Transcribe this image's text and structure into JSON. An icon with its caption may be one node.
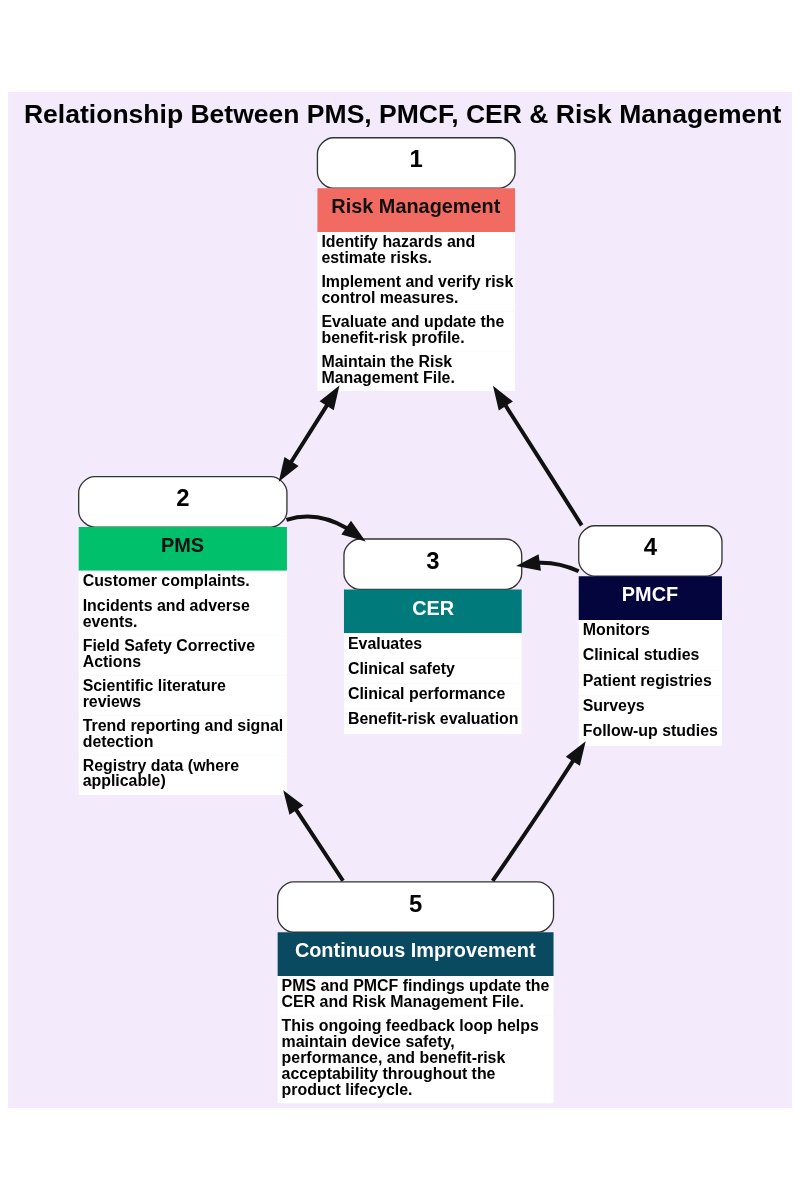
{
  "diagram": {
    "title": "Relationship Between PMS, PMCF, CER & Risk Management",
    "nodes": [
      {
        "text": [
          "1",
          "Risk Management",
          "Identify hazards and estimate risks.",
          "Implement and verify risk control measures.",
          "Evaluate and update the benefit-risk profile.",
          "Maintain the Risk Management File."
        ]
      },
      {
        "text": [
          "2",
          "PMS",
          "Customer complaints.",
          "Incidents and adverse events.",
          "Field Safety Corrective Actions",
          "Scientific literature reviews",
          "Trend reporting and signal detection",
          "Registry data (where applicable)"
        ]
      },
      {
        "text": [
          "3",
          "CER",
          "Evaluates",
          "Clinical safety",
          "Clinical performance",
          "Benefit-risk evaluation"
        ]
      },
      {
        "text": [
          "4",
          "PMCF",
          "Monitors",
          "Clinical studies",
          "Patient registries",
          "Surveys",
          "Follow-up studies"
        ]
      },
      {
        "text": [
          "5",
          "Continuous Improvement",
          "PMS and PMCF findings update the CER and Risk Management File.",
          "This ongoing feedback loop helps maintain device safety, performance, and benefit-risk acceptability throughout the product lifecycle."
        ]
      }
    ],
    "edges": [
      {
        "from": 0,
        "to": 1,
        "arrow": "both"
      },
      {
        "from": 3,
        "to": 0,
        "arrow": "to"
      },
      {
        "from": 1,
        "to": 2,
        "arrow": "to"
      },
      {
        "from": 3,
        "to": 2,
        "arrow": "to"
      },
      {
        "from": 4,
        "to": 1,
        "arrow": "to"
      },
      {
        "from": 4,
        "to": 3,
        "arrow": "to"
      }
    ]
  }
}
